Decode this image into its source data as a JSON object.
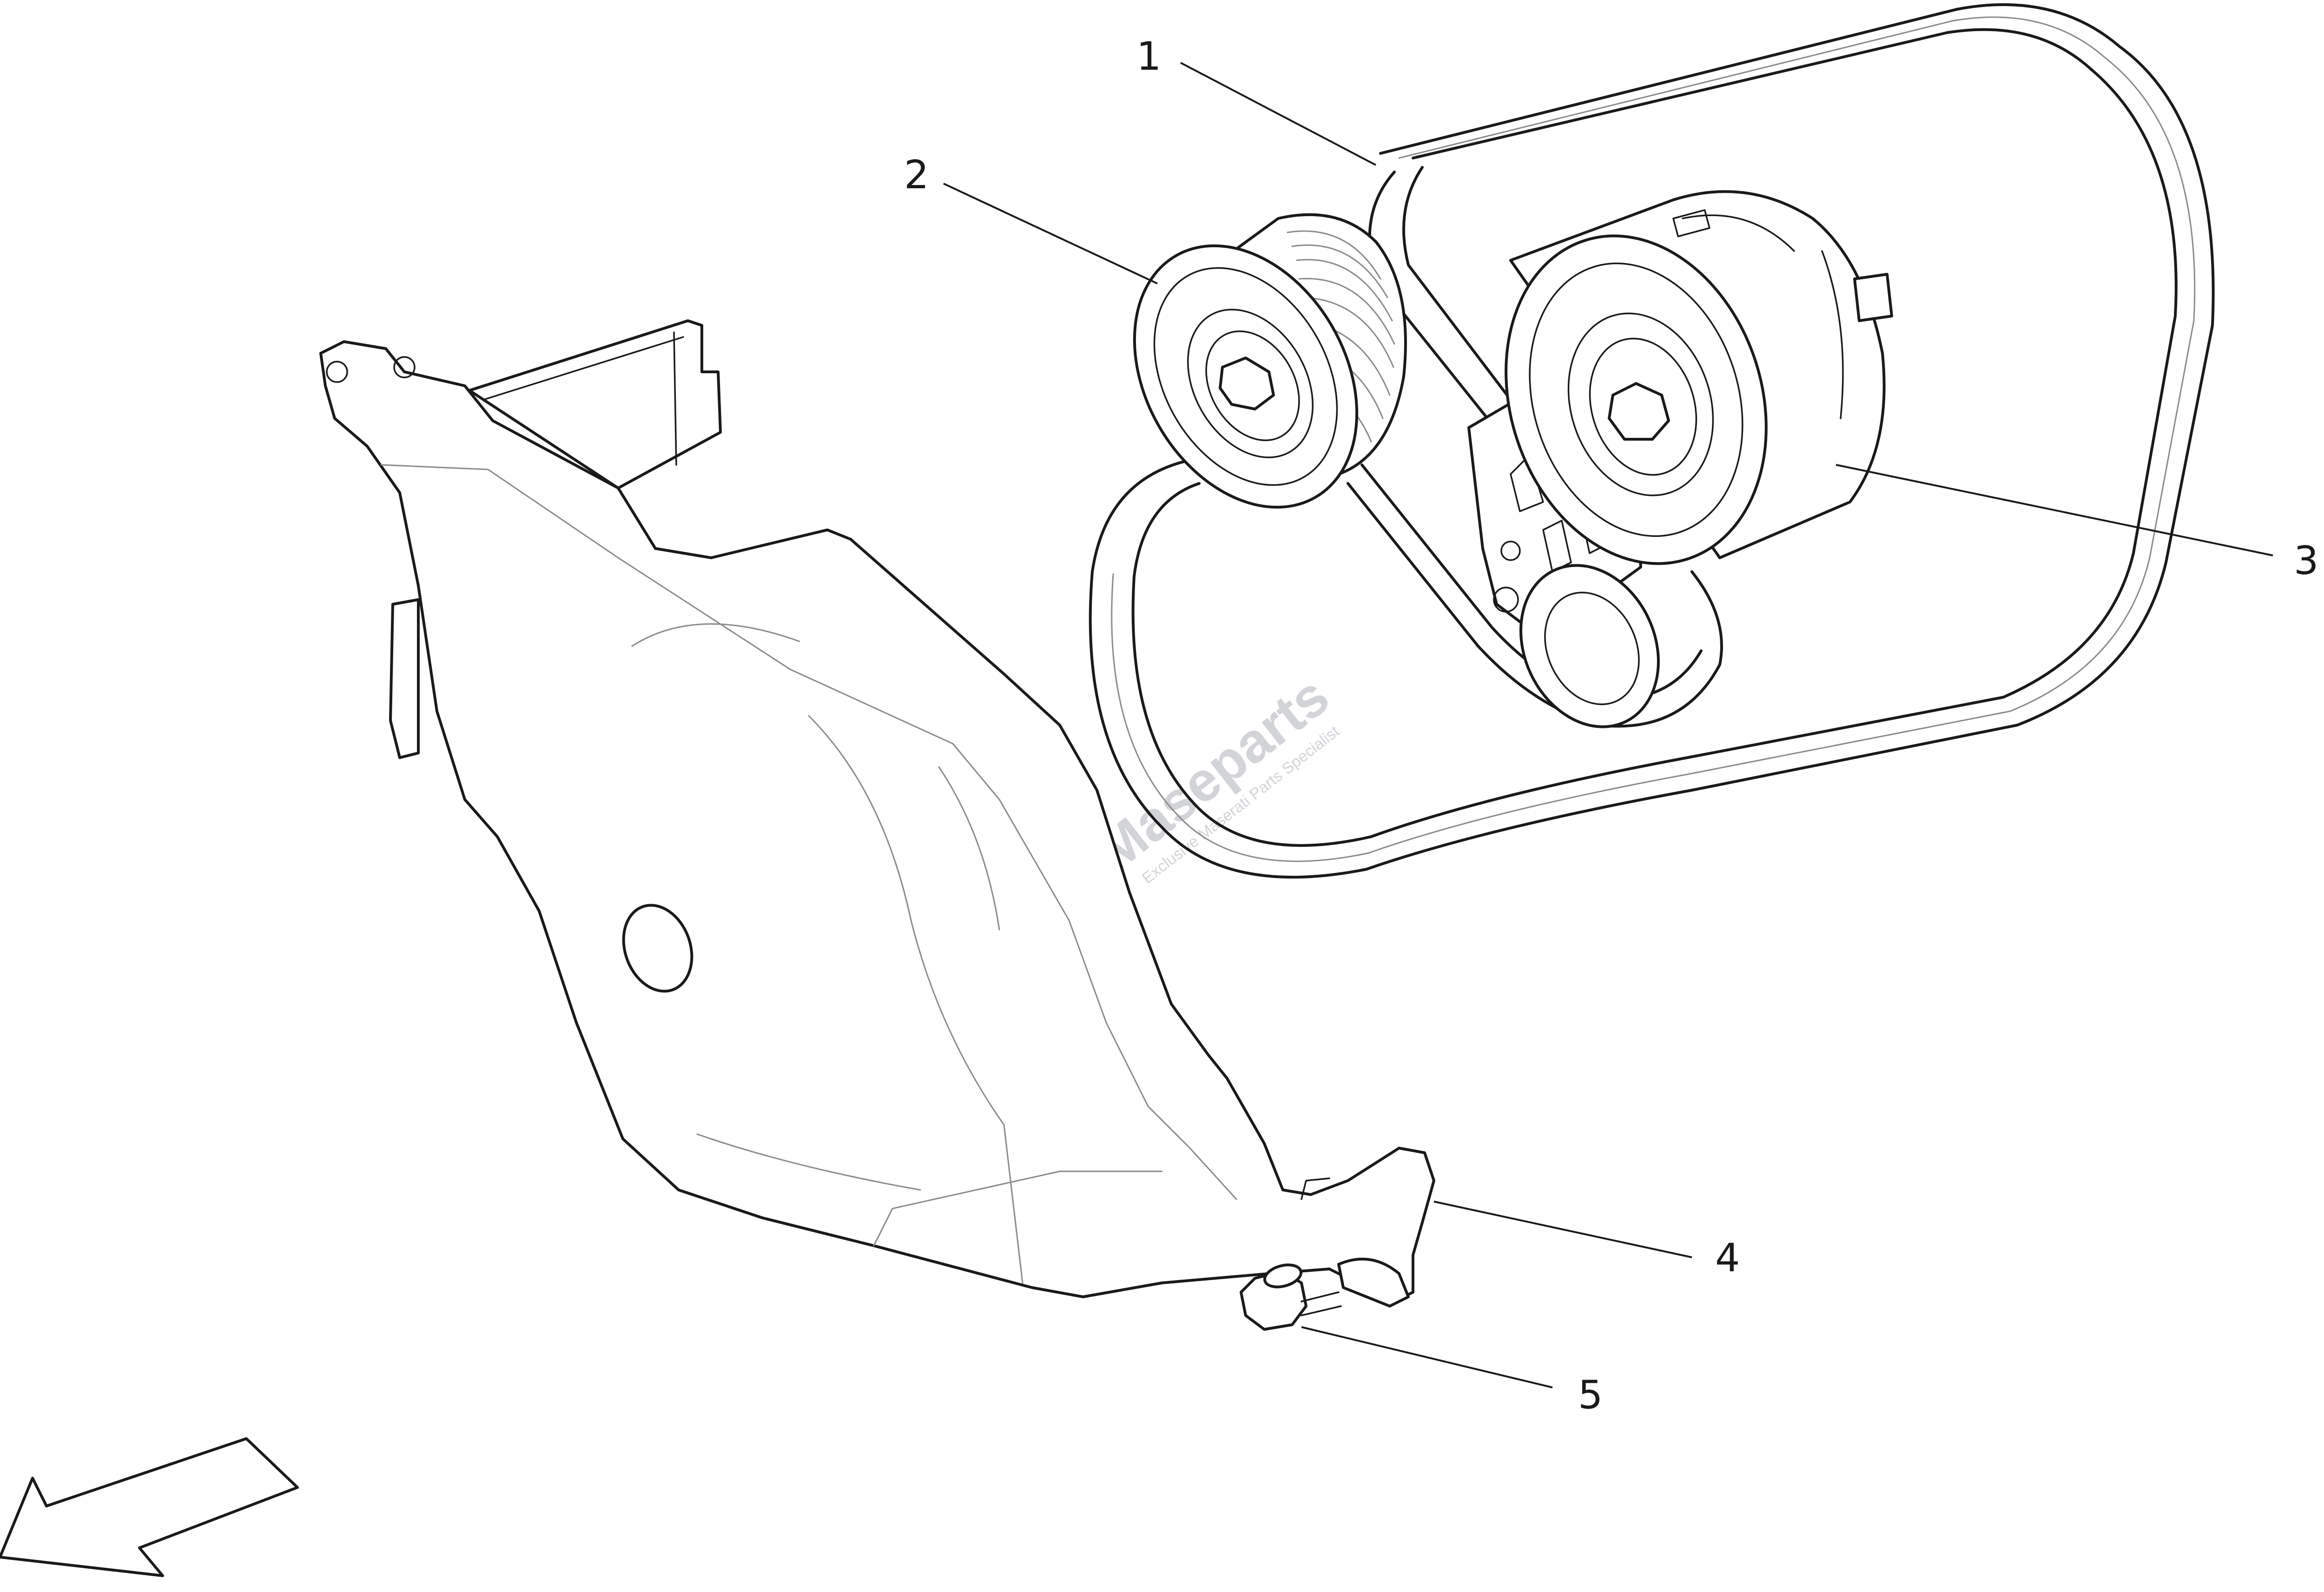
{
  "callouts": [
    {
      "id": "1",
      "label": "1"
    },
    {
      "id": "2",
      "label": "2"
    },
    {
      "id": "3",
      "label": "3"
    },
    {
      "id": "4",
      "label": "4"
    },
    {
      "id": "5",
      "label": "5"
    }
  ],
  "watermark": {
    "brand": "Maseparts",
    "tagline": "Exclusive Maserati Parts Specialist",
    "color": "#d2d4d8",
    "logo_accent": "#e8a0a6"
  },
  "icons": {
    "direction": "front-direction-arrow-icon",
    "logo": "watermark-logo-icon"
  }
}
